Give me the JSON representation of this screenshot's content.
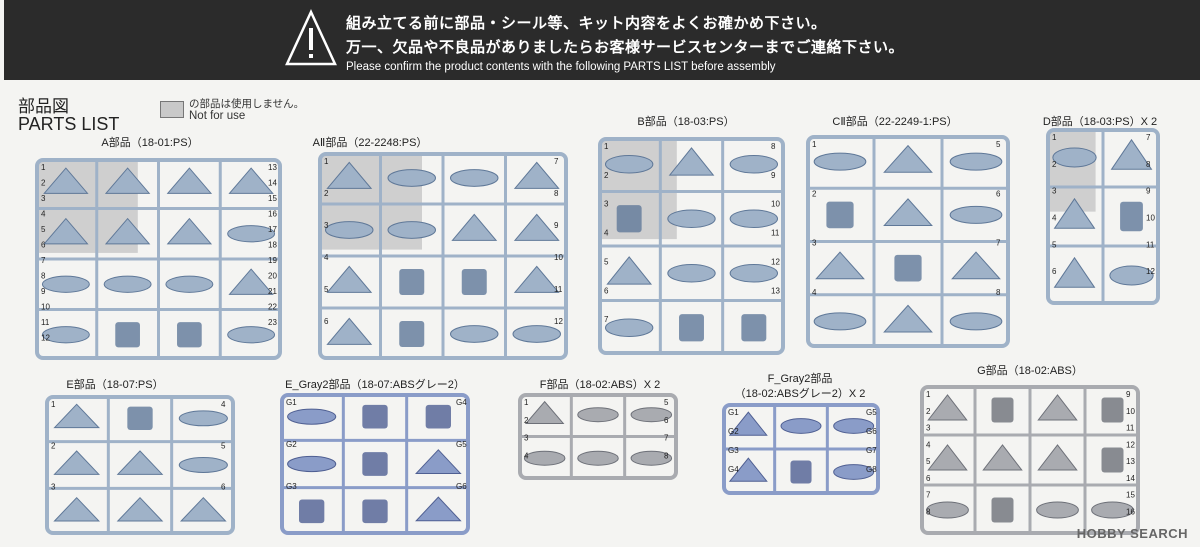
{
  "header": {
    "jp_line1": "組み立てる前に部品・シール等、キット内容をよくお確かめ下さい。",
    "jp_line2": "万一、欠品や不良品がありましたらお客様サービスセンターまでご連絡下さい。",
    "en_line": "Please confirm the product contents with the following PARTS LIST before assembly",
    "icon": "warning-triangle-icon"
  },
  "title": {
    "jp": "部品図",
    "en": "PARTS LIST"
  },
  "legend": {
    "jp": "の部品は使用しません。",
    "en": "Not for use"
  },
  "runners": [
    {
      "label": "A部品（18-01:PS）",
      "color": "#9fb2c8",
      "shaded": true,
      "numbers": [
        "1",
        "2",
        "3",
        "4",
        "5",
        "6",
        "7",
        "8",
        "9",
        "10",
        "11",
        "12",
        "13",
        "14",
        "15",
        "16",
        "17",
        "18",
        "19",
        "20",
        "21",
        "22",
        "23"
      ]
    },
    {
      "label": "AⅡ部品（22-2248:PS）",
      "color": "#9fb2c8",
      "shaded": true,
      "numbers": [
        "1",
        "2",
        "3",
        "4",
        "5",
        "6",
        "7",
        "8",
        "9",
        "10",
        "11",
        "12"
      ]
    },
    {
      "label": "B部品（18-03:PS）",
      "color": "#9fb2c8",
      "shaded": true,
      "numbers": [
        "1",
        "2",
        "3",
        "4",
        "5",
        "6",
        "7",
        "8",
        "9",
        "10",
        "11",
        "12",
        "13"
      ]
    },
    {
      "label": "CⅡ部品（22-2249-1:PS）",
      "color": "#9fb2c8",
      "shaded": false,
      "numbers": [
        "1",
        "2",
        "3",
        "4",
        "5",
        "6",
        "7",
        "8"
      ]
    },
    {
      "label": "D部品（18-03:PS）X 2",
      "color": "#9fb2c8",
      "shaded": true,
      "numbers": [
        "1",
        "2",
        "3",
        "4",
        "5",
        "6",
        "7",
        "8",
        "9",
        "10",
        "11",
        "12"
      ]
    },
    {
      "label": "E部品（18-07:PS）",
      "color": "#9fb2c8",
      "shaded": false,
      "numbers": [
        "1",
        "2",
        "3",
        "4",
        "5",
        "6"
      ]
    },
    {
      "label": "E_Gray2部品（18-07:ABSグレー2）",
      "color": "#8a9cc8",
      "shaded": false,
      "numbers": [
        "G1",
        "G2",
        "G3",
        "G4",
        "G5",
        "G6"
      ]
    },
    {
      "label": "F部品（18-02:ABS）X 2",
      "color": "#a9abb0",
      "shaded": false,
      "numbers": [
        "1",
        "2",
        "3",
        "4",
        "5",
        "6",
        "7",
        "8"
      ]
    },
    {
      "label": "F_Gray2部品\n（18-02:ABSグレー2）X 2",
      "label1": "F_Gray2部品",
      "label2": "（18-02:ABSグレー2）X 2",
      "color": "#8a9cc8",
      "shaded": false,
      "numbers": [
        "G1",
        "G2",
        "G3",
        "G4",
        "G5",
        "G6",
        "G7",
        "G8"
      ]
    },
    {
      "label": "G部品（18-02:ABS）",
      "color": "#a9abb0",
      "shaded": false,
      "numbers": [
        "1",
        "2",
        "3",
        "4",
        "5",
        "6",
        "7",
        "8",
        "9",
        "10",
        "11",
        "12",
        "13",
        "14",
        "15",
        "16"
      ]
    }
  ],
  "watermark": "HOBBY SEARCH"
}
